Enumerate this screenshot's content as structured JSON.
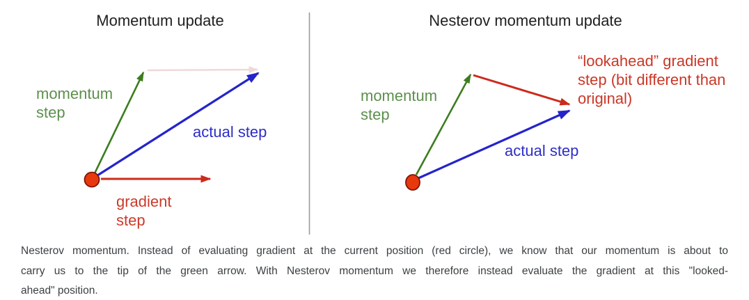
{
  "left_panel": {
    "title": "Momentum update",
    "momentum_label": "momentum\nstep",
    "actual_label": "actual step",
    "gradient_label": "gradient\nstep"
  },
  "right_panel": {
    "title": "Nesterov momentum update",
    "momentum_label": "momentum\nstep",
    "actual_label": "actual step",
    "lookahead_label": "“lookahead” gradient\nstep (bit different than\noriginal)"
  },
  "caption": {
    "lines": [
      "Nesterov momentum. Instead of evaluating gradient at the current position (red circle), we know that our momentum is about to",
      "carry us to the tip of the green arrow. With Nesterov momentum we therefore instead evaluate the gradient at this \"looked-",
      "ahead\" position."
    ]
  },
  "colors": {
    "background": "#ffffff",
    "title_text": "#1f1f1f",
    "divider": "#9b9b9b",
    "momentum_arrow": "#3c7d1f",
    "momentum_label": "#5d8f4d",
    "actual_arrow": "#2424cb",
    "actual_label": "#2d2dc9",
    "gradient_arrow": "#cc2a1b",
    "gradient_label": "#cc3a29",
    "lookahead_label": "#cb3727",
    "faint_arrow": "#eed9d7",
    "dot_fill": "#e8380e",
    "dot_stroke": "#7e1504",
    "caption_text": "#3c4043"
  }
}
